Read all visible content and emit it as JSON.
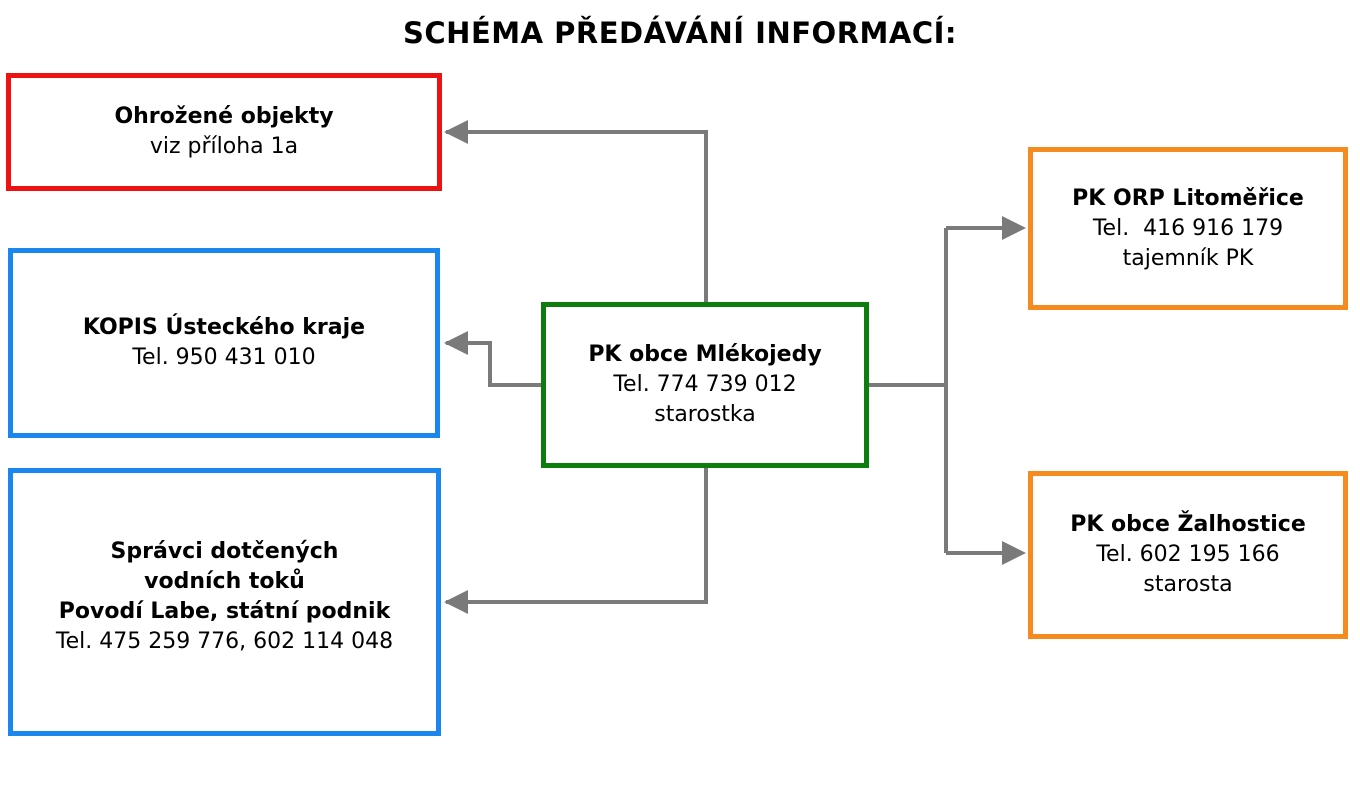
{
  "title": "SCHÉMA PŘEDÁVÁNÍ INFORMACÍ:",
  "colors": {
    "red": "#ee1111",
    "blue": "#1a86ee",
    "green": "#0d7d0d",
    "orange": "#f58a1f",
    "connector": "#7a7a7a"
  },
  "boxes": {
    "threatened": {
      "heading": "Ohrožené objekty",
      "line1": "viz příloha 1a"
    },
    "kopis": {
      "heading": "KOPIS Ústeckého kraje",
      "phone": "Tel. 950 431 010"
    },
    "rivers": {
      "heading1": "Správci dotčených",
      "heading2": "vodních toků",
      "heading3": "Povodí Labe, státní podnik",
      "phone": "Tel. 475 259 776, 602 114 048"
    },
    "center": {
      "heading": "PK obce Mlékojedy",
      "phone": "Tel. 774 739 012",
      "role": "starostka"
    },
    "orp": {
      "heading": "PK ORP Litoměřice",
      "phone": "Tel.  416 916 179",
      "role": "tajemník PK"
    },
    "zalhostice": {
      "heading": "PK obce Žalhostice",
      "phone": "Tel. 602 195 166",
      "role": "starosta"
    }
  }
}
